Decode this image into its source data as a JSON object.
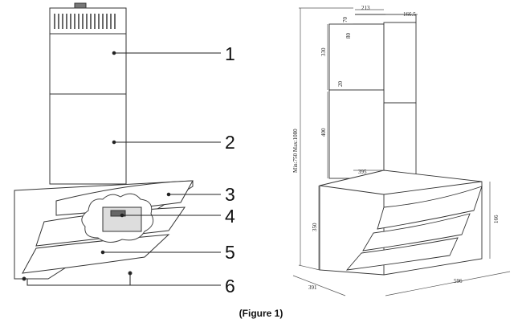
{
  "callouts": [
    "1",
    "2",
    "3",
    "4",
    "5",
    "6"
  ],
  "dimensions": {
    "width_top": "213",
    "depth_top": "166.5",
    "upper_chimney": "330",
    "small_a": "80",
    "small_b": "20",
    "small_c": "70",
    "lower_chimney": "400",
    "chimney_width": "395",
    "total_height": "Min:750 Max:1080",
    "body_height": "350",
    "glass_depth": "166",
    "base_depth": "391",
    "base_width": "596"
  },
  "caption": "(Figure 1)"
}
